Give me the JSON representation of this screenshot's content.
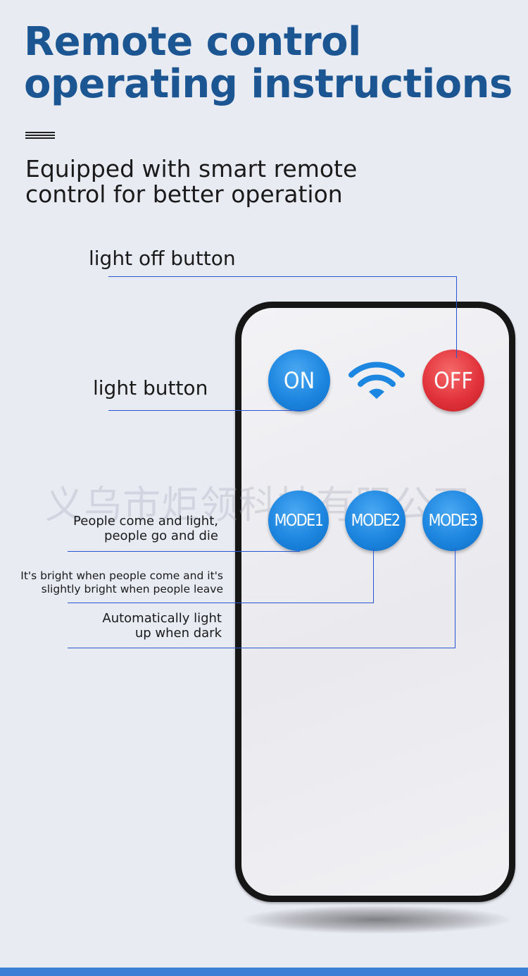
{
  "header": {
    "title_line1": "Remote control",
    "title_line2": "operating instructions",
    "subtitle_line1": "Equipped with smart remote",
    "subtitle_line2": "control for better operation"
  },
  "labels": {
    "off_button": "light off button",
    "on_button": "light button",
    "mode1_line1": "People come and light,",
    "mode1_line2": "people go and die",
    "mode2_line1": "It's bright when people come and it's",
    "mode2_line2": "slightly bright when people leave",
    "mode3_line1": "Automatically light",
    "mode3_line2": "up when dark"
  },
  "remote": {
    "on": "ON",
    "off": "OFF",
    "mode1": "MODE1",
    "mode2": "MODE2",
    "mode3": "MODE3",
    "signal_icon": "wifi-icon"
  },
  "watermark": "义乌市炬领科技有限公司",
  "colors": {
    "title": "#1b5592",
    "blue_button": "#1d86e0",
    "red_button": "#e2333b",
    "leader_line": "#2a55d0",
    "bottom_bar": "#3d7ed6"
  }
}
